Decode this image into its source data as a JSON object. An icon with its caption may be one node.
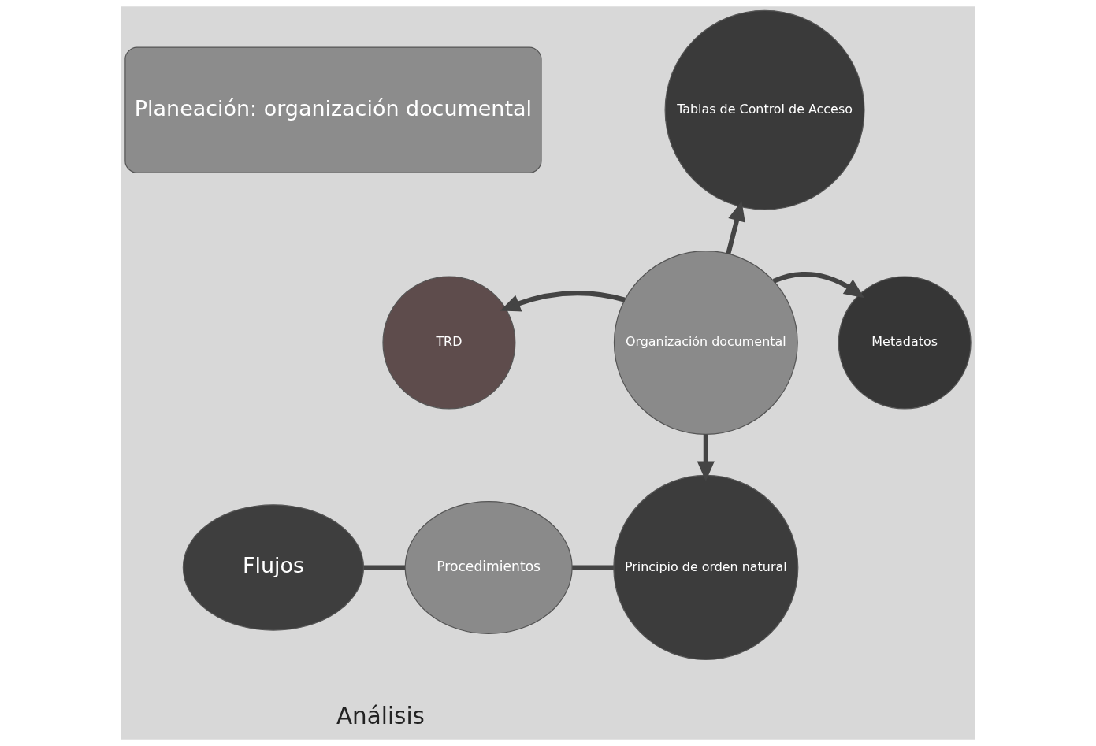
{
  "diagram": {
    "nodes": [
      {
        "text": [
          "Planeación: organización documental"
        ]
      },
      {
        "text": [
          "Tablas de Control de Acceso"
        ]
      },
      {
        "text": [
          "TRD"
        ]
      },
      {
        "text": [
          "Organización documental"
        ]
      },
      {
        "text": [
          "Metadatos"
        ]
      },
      {
        "text": [
          "Principio de orden natural"
        ]
      },
      {
        "text": [
          "Flujos"
        ]
      },
      {
        "text": [
          "Procedimientos"
        ]
      }
    ],
    "edges": [
      {
        "from": 3,
        "to": 1,
        "arrow": "to"
      },
      {
        "from": 3,
        "to": 2,
        "arrow": "to"
      },
      {
        "from": 3,
        "to": 4,
        "arrow": "to"
      },
      {
        "from": 3,
        "to": 5,
        "arrow": "to"
      },
      {
        "from": 6,
        "to": 7,
        "arrow": "none"
      },
      {
        "from": 7,
        "to": 5,
        "arrow": "none"
      }
    ],
    "labels": [
      "Análisis"
    ]
  }
}
